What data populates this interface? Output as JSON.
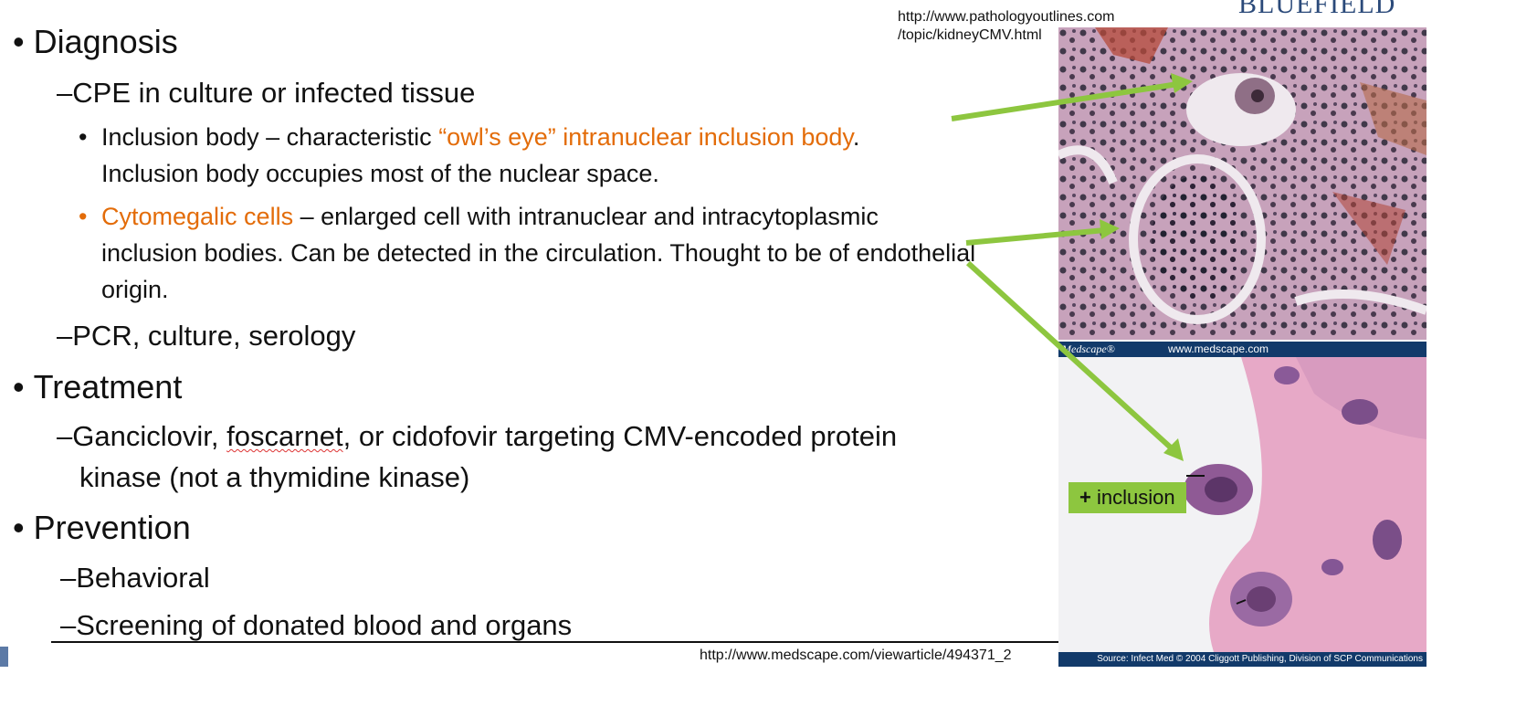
{
  "logo": {
    "text": "BLUEFIELD"
  },
  "bullets": {
    "diagnosis": "Diagnosis",
    "cpe": "CPE in culture or infected tissue",
    "inclusion_prefix": "Inclusion body – characteristic ",
    "inclusion_highlight": "“owl’s eye” intranuclear inclusion body",
    "inclusion_suffix": ".",
    "inclusion_line2": "Inclusion body occupies most of the nuclear space.",
    "cyto_highlight": "Cytomegalic cells",
    "cyto_rest": " – enlarged cell with intranuclear and intracytoplasmic inclusion bodies. Can be detected in the circulation. Thought to be of endothelial origin.",
    "pcr": "PCR, culture, serology",
    "treatment": "Treatment",
    "drugs_a": "Ganciclovir, ",
    "drugs_b": "foscarnet",
    "drugs_c": ", or cidofovir targeting CMV-encoded protein",
    "drugs_line2": "kinase (not a thymidine kinase)",
    "prevention": "Prevention",
    "behavioral": "Behavioral",
    "screening": "Screening of donated blood and organs"
  },
  "sources": {
    "pathology_line1": "http://www.pathologyoutlines.com",
    "pathology_line2": "/topic/kidneyCMV.html",
    "medscape_article": "http://www.medscape.com/viewarticle/494371_2"
  },
  "images": {
    "top_banner_left": "Medscape®",
    "top_banner_right": "www.medscape.com",
    "bottom_source": "Source: Infect Med © 2004 Cliggott Publishing, Division of SCP Communications",
    "label_plus": "+",
    "label_text": " inclusion"
  },
  "colors": {
    "accent_orange": "#e36c09",
    "arrow_green": "#8dc63f",
    "banner_navy": "#123a6a"
  }
}
